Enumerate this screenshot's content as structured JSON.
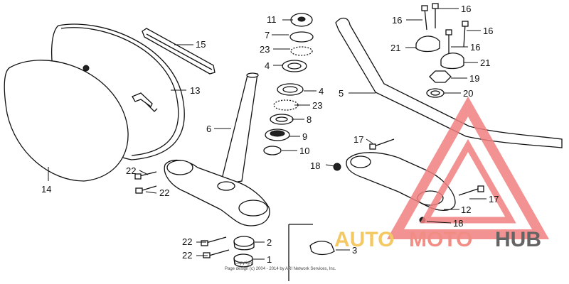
{
  "diagram": {
    "callouts": [
      {
        "key": "p14",
        "text": "14"
      },
      {
        "key": "p15",
        "text": "15"
      },
      {
        "key": "p13",
        "text": "13"
      },
      {
        "key": "p6",
        "text": "6"
      },
      {
        "key": "p22a",
        "text": "22"
      },
      {
        "key": "p22b",
        "text": "22"
      },
      {
        "key": "p22c",
        "text": "22"
      },
      {
        "key": "p22d",
        "text": "22"
      },
      {
        "key": "p2",
        "text": "2"
      },
      {
        "key": "p1",
        "text": "1"
      },
      {
        "key": "p11",
        "text": "11"
      },
      {
        "key": "p7",
        "text": "7"
      },
      {
        "key": "p23a",
        "text": "23"
      },
      {
        "key": "p4a",
        "text": "4"
      },
      {
        "key": "p4b",
        "text": "4"
      },
      {
        "key": "p23b",
        "text": "23"
      },
      {
        "key": "p8",
        "text": "8"
      },
      {
        "key": "p9",
        "text": "9"
      },
      {
        "key": "p10",
        "text": "10"
      },
      {
        "key": "p18a",
        "text": "18"
      },
      {
        "key": "p5",
        "text": "5"
      },
      {
        "key": "p17a",
        "text": "17"
      },
      {
        "key": "p16a",
        "text": "16"
      },
      {
        "key": "p16b",
        "text": "16"
      },
      {
        "key": "p16c",
        "text": "16"
      },
      {
        "key": "p16d",
        "text": "16"
      },
      {
        "key": "p21a",
        "text": "21"
      },
      {
        "key": "p21b",
        "text": "21"
      },
      {
        "key": "p19",
        "text": "19"
      },
      {
        "key": "p20",
        "text": "20"
      },
      {
        "key": "p17b",
        "text": "17"
      },
      {
        "key": "p12",
        "text": "12"
      },
      {
        "key": "p18b",
        "text": "18"
      },
      {
        "key": "p3",
        "text": "3"
      }
    ],
    "copyright": {
      "line1": "Copyright",
      "line2": "Page design (c) 2004 - 2014 by ARI Network Services, Inc."
    }
  },
  "watermark": {
    "brand_part1": "AUTO",
    "brand_part2": "MOTO",
    "brand_part3": "HUB",
    "colors": {
      "auto": "#f3c04a",
      "moto": "#f07a72",
      "hub": "#4a4a4a",
      "triangle": "#f08080"
    }
  }
}
